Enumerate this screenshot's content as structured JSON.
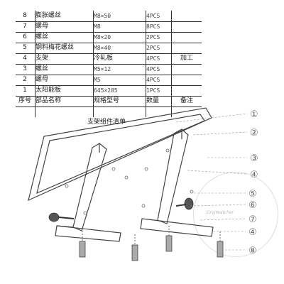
{
  "bom": {
    "rows": [
      {
        "no": "8",
        "name": "膨胀螺丝",
        "spec": "M8×50",
        "qty": "4PCS",
        "remark": ""
      },
      {
        "no": "7",
        "name": "螺母",
        "spec": "M8",
        "qty": "8PCS",
        "remark": ""
      },
      {
        "no": "6",
        "name": "螺丝",
        "spec": "M8×20",
        "qty": "2PCS",
        "remark": ""
      },
      {
        "no": "5",
        "name": "钢料梅花螺丝",
        "spec": "M8×40",
        "qty": "2PCS",
        "remark": ""
      },
      {
        "no": "4",
        "name": "支架",
        "spec": "冷轧板",
        "qty": "4PCS",
        "remark": "加工"
      },
      {
        "no": "3",
        "name": "螺丝",
        "spec": "M5×12",
        "qty": "4PCS",
        "remark": ""
      },
      {
        "no": "2",
        "name": "螺母",
        "spec": "M5",
        "qty": "4PCS",
        "remark": ""
      },
      {
        "no": "1",
        "name": "太阳能板",
        "spec": "645×285",
        "qty": "1PCS",
        "remark": ""
      }
    ],
    "header": {
      "no": "序号",
      "name": "部品名称",
      "spec": "规格型号",
      "qty": "数量",
      "remark": "备注"
    },
    "caption": "支架组件清单"
  },
  "callouts": [
    {
      "label": "①"
    },
    {
      "label": "②"
    },
    {
      "label": "③"
    },
    {
      "label": "④"
    },
    {
      "label": "⑤"
    },
    {
      "label": "⑥"
    },
    {
      "label": "⑦"
    },
    {
      "label": "④"
    },
    {
      "label": "⑧"
    }
  ],
  "watermark": {
    "text": "SingYeatcher"
  },
  "colors": {
    "line": "#333333",
    "callout": "#777777"
  }
}
